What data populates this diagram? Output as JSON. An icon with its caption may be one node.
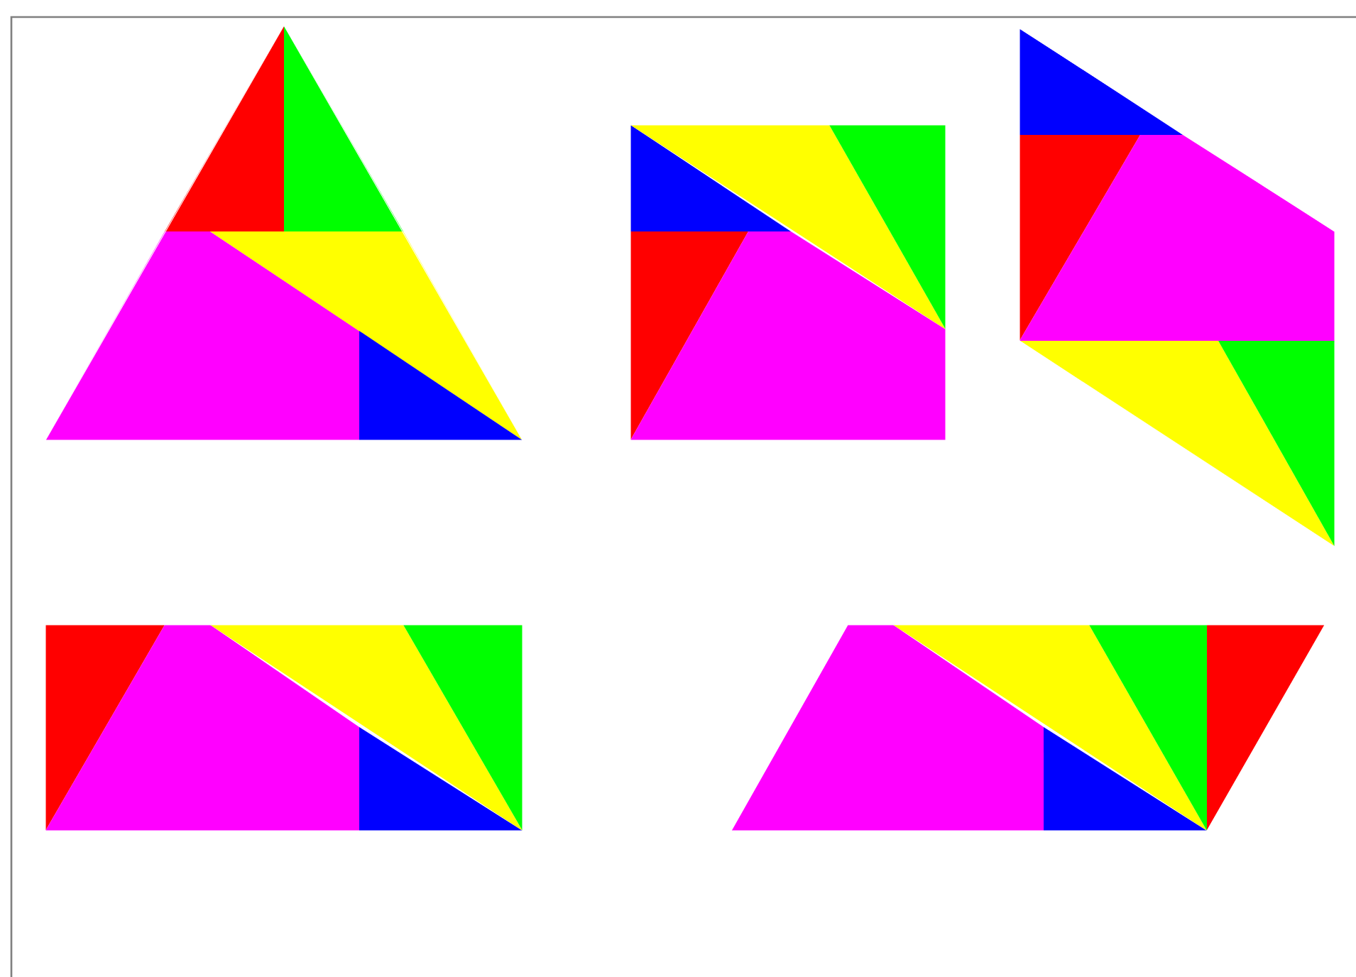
{
  "diagram": {
    "nodes": [
      {
        "text": [],
        "shape": "triangle"
      },
      {
        "text": [],
        "shape": "square"
      },
      {
        "text": [],
        "shape": "parallelogram"
      },
      {
        "text": [],
        "shape": "rectangle"
      },
      {
        "text": [],
        "shape": "parallelogram"
      }
    ]
  }
}
